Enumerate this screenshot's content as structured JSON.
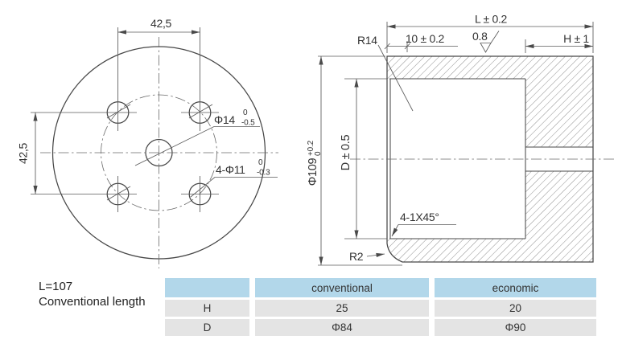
{
  "front_view": {
    "dim_top": "42,5",
    "dim_left": "42,5",
    "center_hole": {
      "text": "Φ14",
      "tol_upper": "0",
      "tol_lower": "-0.5"
    },
    "bolt_holes": {
      "text": "4-Φ11",
      "tol_upper": "0",
      "tol_lower": "-0.3"
    }
  },
  "section_view": {
    "dim_length": "L ± 0.2",
    "dim_flange": "10 ± 0.2",
    "surface_finish": "0.8",
    "dim_height": "H ± 1",
    "fillet_radius": "R14",
    "outer_dia": {
      "text": "Φ109",
      "tol_upper": "+0.2",
      "tol_lower": "0"
    },
    "bore_dia": "D ± 0.5",
    "chamfer": "4-1X45°",
    "corner_radius": "R2"
  },
  "note": {
    "line1": "L=107",
    "line2": "Conventional length"
  },
  "table": {
    "headers": [
      "",
      "conventional",
      "economic"
    ],
    "rows": [
      {
        "param": "H",
        "conventional": "25",
        "economic": "20"
      },
      {
        "param": "D",
        "conventional": "Φ84",
        "economic": "Φ90"
      }
    ]
  },
  "colors": {
    "header_blue": "#b2d7ea",
    "row_gray": "#e4e4e4",
    "line_color": "#4a4a4a",
    "text_color": "#333333",
    "background": "#ffffff"
  }
}
